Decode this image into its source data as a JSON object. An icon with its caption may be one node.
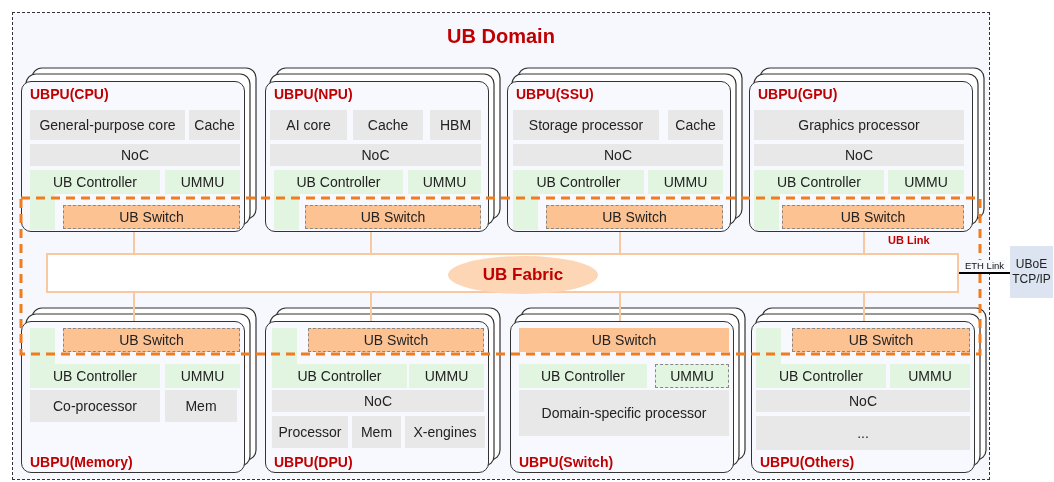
{
  "diagram": {
    "nodes": [
      {
        "text": [
          "UB Domain"
        ]
      },
      {
        "text": [
          "UBPU(CPU)"
        ],
        "in": 0
      },
      {
        "text": [
          "General-purpose core"
        ],
        "in": 1
      },
      {
        "text": [
          "Cache"
        ],
        "in": 1
      },
      {
        "text": [
          "NoC"
        ],
        "in": 1
      },
      {
        "text": [
          "UB Controller"
        ],
        "in": 1
      },
      {
        "text": [
          "UMMU"
        ],
        "in": 1
      },
      {
        "text": [
          "UB Switch"
        ],
        "in": 1
      },
      {
        "text": [
          "UBPU(NPU)"
        ],
        "in": 0
      },
      {
        "text": [
          "AI core"
        ],
        "in": 8
      },
      {
        "text": [
          "Cache"
        ],
        "in": 8
      },
      {
        "text": [
          "HBM"
        ],
        "in": 8
      },
      {
        "text": [
          "NoC"
        ],
        "in": 8
      },
      {
        "text": [
          "UB Controller"
        ],
        "in": 8
      },
      {
        "text": [
          "UMMU"
        ],
        "in": 8
      },
      {
        "text": [
          "UB Switch"
        ],
        "in": 8
      },
      {
        "text": [
          "UBPU(SSU)"
        ],
        "in": 0
      },
      {
        "text": [
          "Storage processor"
        ],
        "in": 16
      },
      {
        "text": [
          "Cache"
        ],
        "in": 16
      },
      {
        "text": [
          "NoC"
        ],
        "in": 16
      },
      {
        "text": [
          "UB Controller"
        ],
        "in": 16
      },
      {
        "text": [
          "UMMU"
        ],
        "in": 16
      },
      {
        "text": [
          "UB Switch"
        ],
        "in": 16
      },
      {
        "text": [
          "UBPU(GPU)"
        ],
        "in": 0
      },
      {
        "text": [
          "Graphics processor"
        ],
        "in": 23
      },
      {
        "text": [
          "NoC"
        ],
        "in": 23
      },
      {
        "text": [
          "UB Controller"
        ],
        "in": 23
      },
      {
        "text": [
          "UMMU"
        ],
        "in": 23
      },
      {
        "text": [
          "UB Switch"
        ],
        "in": 23
      },
      {
        "text": [],
        "shape": "box",
        "in": 0
      },
      {
        "text": [
          "UB Fabric"
        ],
        "in": 29
      },
      {
        "text": [
          "UBPU(Memory)"
        ],
        "in": 0
      },
      {
        "text": [
          "UB Switch"
        ],
        "in": 31
      },
      {
        "text": [
          "UB Controller"
        ],
        "in": 31
      },
      {
        "text": [
          "UMMU"
        ],
        "in": 31
      },
      {
        "text": [
          "Co-processor"
        ],
        "in": 31
      },
      {
        "text": [
          "Mem"
        ],
        "in": 31
      },
      {
        "text": [
          "UBPU(DPU)"
        ],
        "in": 0
      },
      {
        "text": [
          "UB Switch"
        ],
        "in": 37
      },
      {
        "text": [
          "UB Controller"
        ],
        "in": 37
      },
      {
        "text": [
          "UMMU"
        ],
        "in": 37
      },
      {
        "text": [
          "NoC"
        ],
        "in": 37
      },
      {
        "text": [
          "Processor"
        ],
        "in": 37
      },
      {
        "text": [
          "Mem"
        ],
        "in": 37
      },
      {
        "text": [
          "X-engines"
        ],
        "in": 37
      },
      {
        "text": [
          "UBPU(Switch)"
        ],
        "in": 0
      },
      {
        "text": [
          "UB Switch"
        ],
        "in": 45
      },
      {
        "text": [
          "UB Controller"
        ],
        "in": 45
      },
      {
        "text": [
          "UMMU"
        ],
        "in": 45
      },
      {
        "text": [
          "Domain-specific processor"
        ],
        "in": 45
      },
      {
        "text": [
          "UBPU(Others)"
        ],
        "in": 0
      },
      {
        "text": [
          "UB Switch"
        ],
        "in": 50
      },
      {
        "text": [
          "UB Controller"
        ],
        "in": 50
      },
      {
        "text": [
          "UMMU"
        ],
        "in": 50
      },
      {
        "text": [
          "NoC"
        ],
        "in": 50
      },
      {
        "text": [
          "..."
        ],
        "in": 50
      },
      {
        "text": [
          "UBoE TCP/IP"
        ]
      }
    ],
    "edges": [
      {
        "from": 1,
        "to": 29,
        "arrow": "none"
      },
      {
        "from": 8,
        "to": 29,
        "arrow": "none"
      },
      {
        "from": 16,
        "to": 29,
        "arrow": "none"
      },
      {
        "from": 23,
        "to": 29,
        "arrow": "none"
      },
      {
        "from": 29,
        "to": 31,
        "arrow": "none"
      },
      {
        "from": 29,
        "to": 37,
        "arrow": "none"
      },
      {
        "from": 29,
        "to": 45,
        "arrow": "none"
      },
      {
        "from": 29,
        "to": 50,
        "arrow": "none"
      },
      {
        "from": 29,
        "to": 56,
        "arrow": "none",
        "label": "ETH Link",
        "color": "#000000"
      }
    ],
    "labels": [
      "UB Link"
    ]
  }
}
